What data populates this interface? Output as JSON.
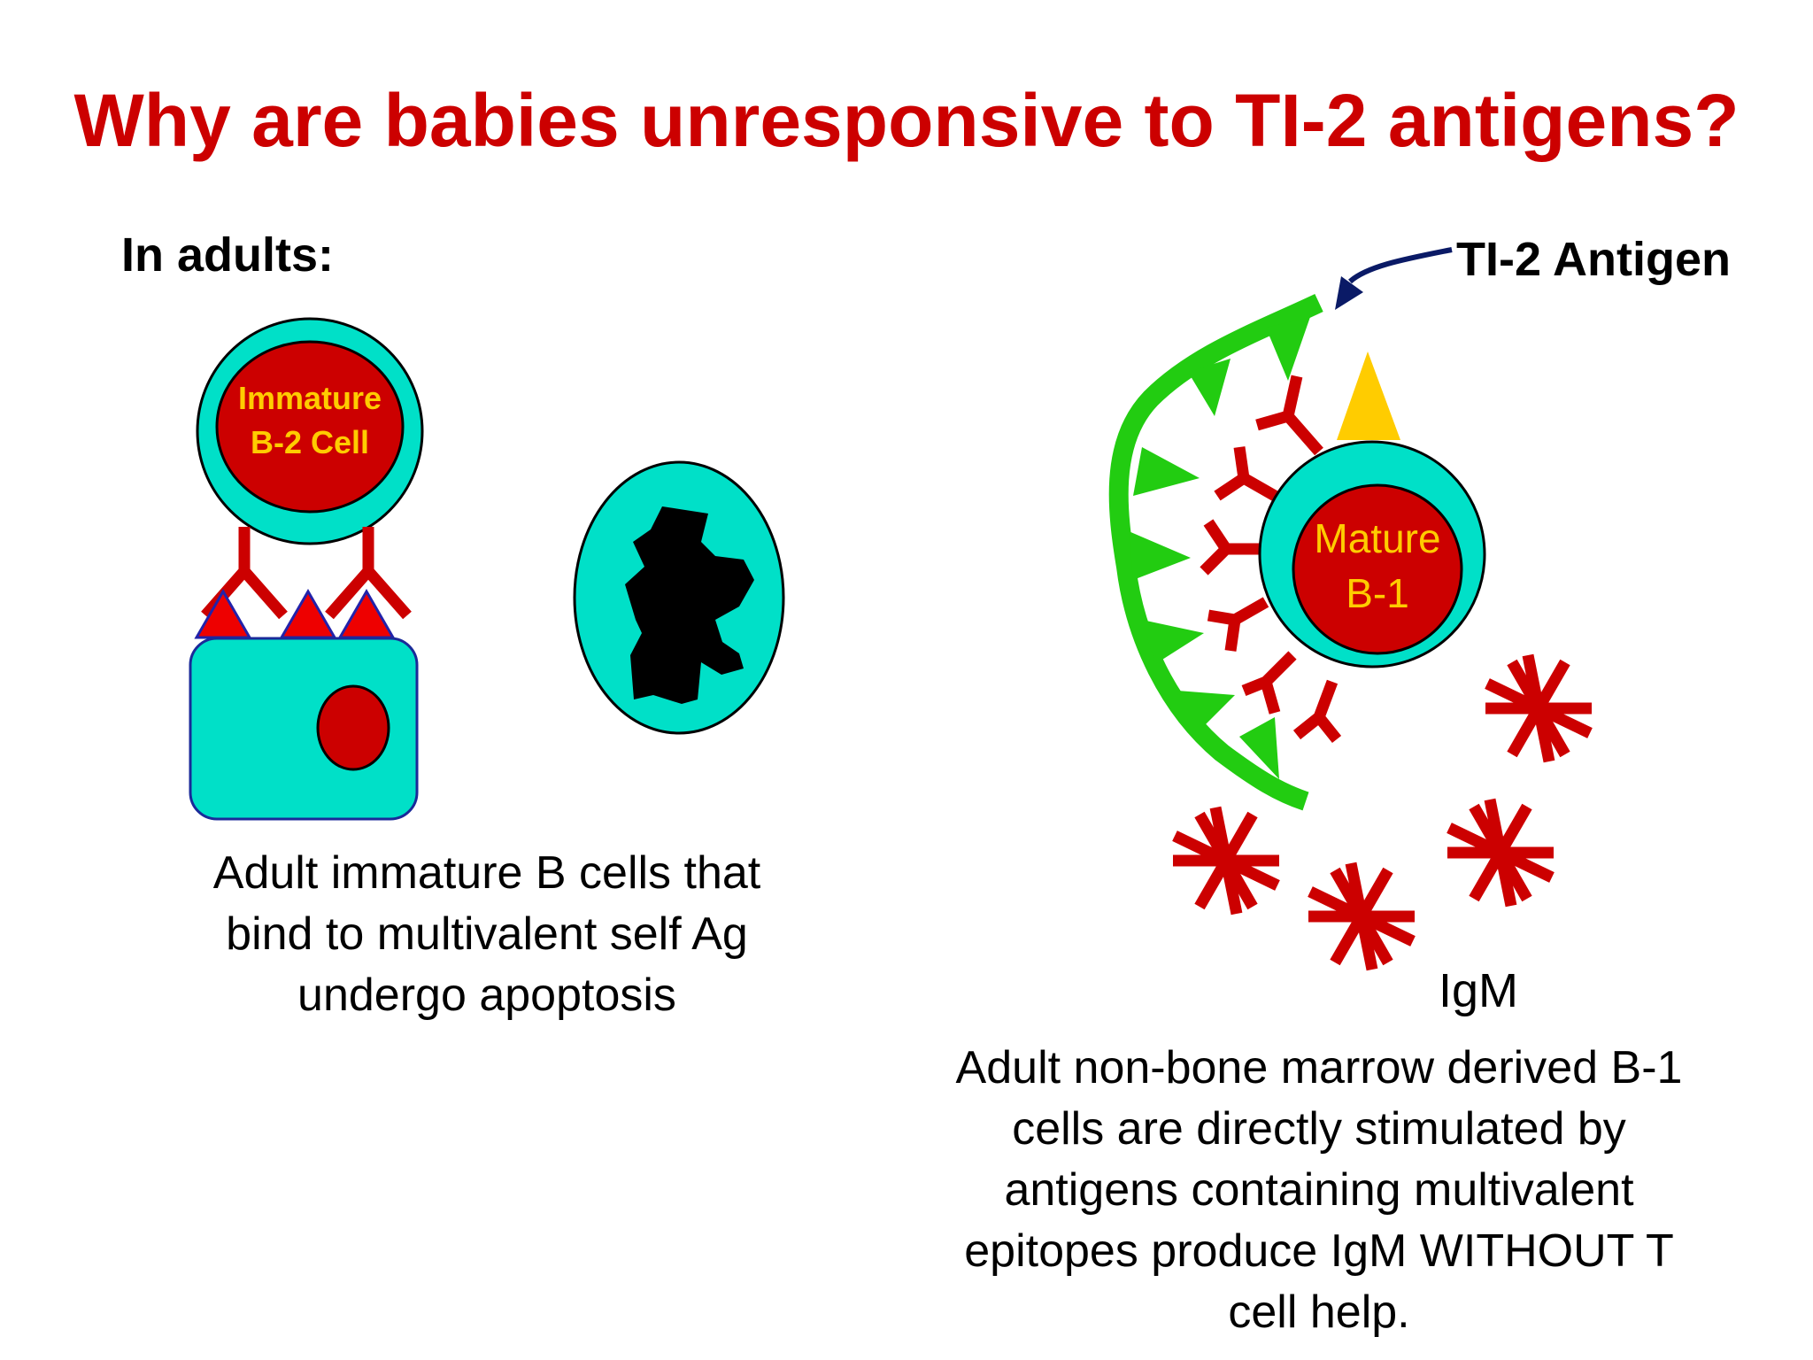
{
  "title": "Why are babies unresponsive to TI-2 antigens?",
  "subheading": "In adults:",
  "left_cell": {
    "line1": "Immature",
    "line2": "B-2 Cell"
  },
  "right_cell": {
    "line1": "Mature",
    "line2": "B-1"
  },
  "antigen_label": "TI-2 Antigen",
  "igm_label": "IgM",
  "caption_left": [
    "Adult immature B cells that",
    "bind to multivalent self Ag",
    "undergo apoptosis"
  ],
  "caption_right": [
    "Adult non-bone marrow derived B-1",
    "cells are directly stimulated by",
    "antigens containing multivalent",
    "epitopes produce IgM WITHOUT T",
    "cell help."
  ],
  "colors": {
    "title": "#cc0000",
    "cell_cytoplasm": "#00e0c8",
    "nucleus": "#cc0000",
    "cell_label": "#ffcc00",
    "antigen_backbone": "#22cc11",
    "arrow": "#0a1a66",
    "yellow_antigen": "#ffcc00"
  }
}
